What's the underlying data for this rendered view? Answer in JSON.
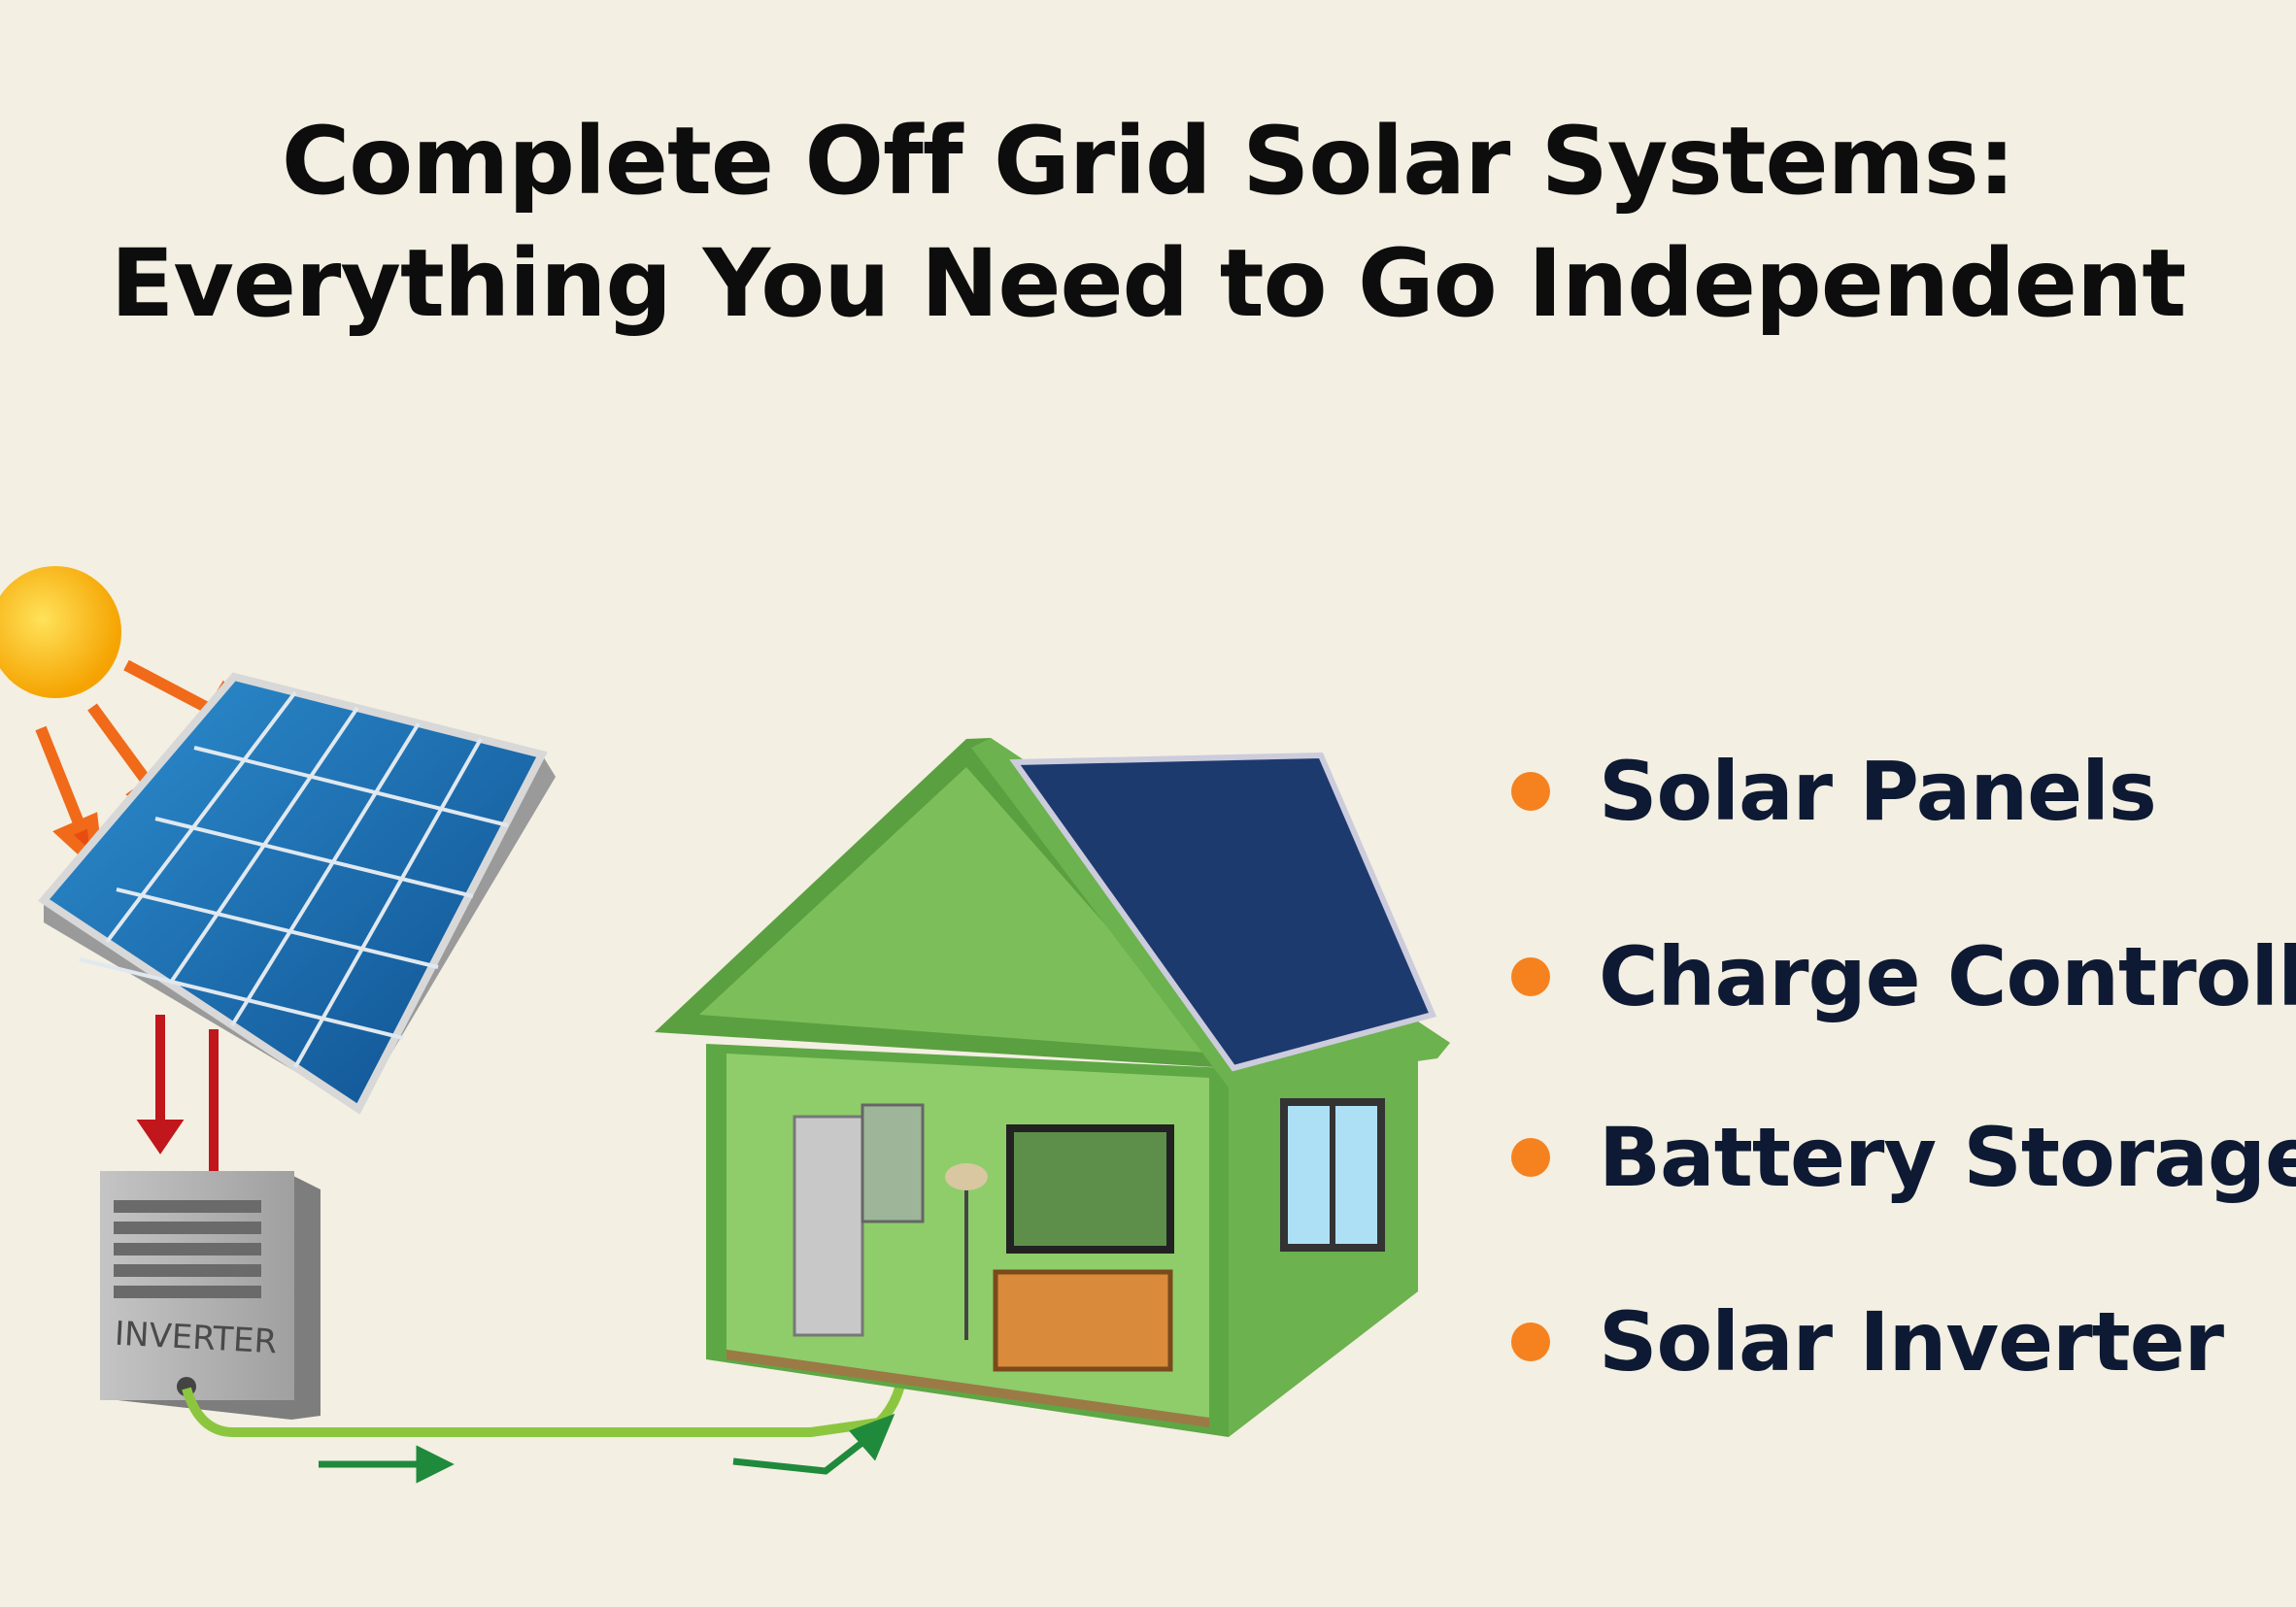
{
  "title": {
    "line1": "Complete Off Grid Solar Systems:",
    "line2": "Everything You Need to Go Independent"
  },
  "illustration": {
    "inverter_label": "INVERTER"
  },
  "components": [
    {
      "label": "Solar Panels"
    },
    {
      "label": "Charge Controller"
    },
    {
      "label": "Battery Storage"
    },
    {
      "label": "Solar Inverter"
    }
  ],
  "colors": {
    "background": "#f3efe2",
    "bullet": "#f5821f",
    "text": "#0e1a33",
    "house": "#7cbf5a",
    "cable": "#8cc63f"
  }
}
